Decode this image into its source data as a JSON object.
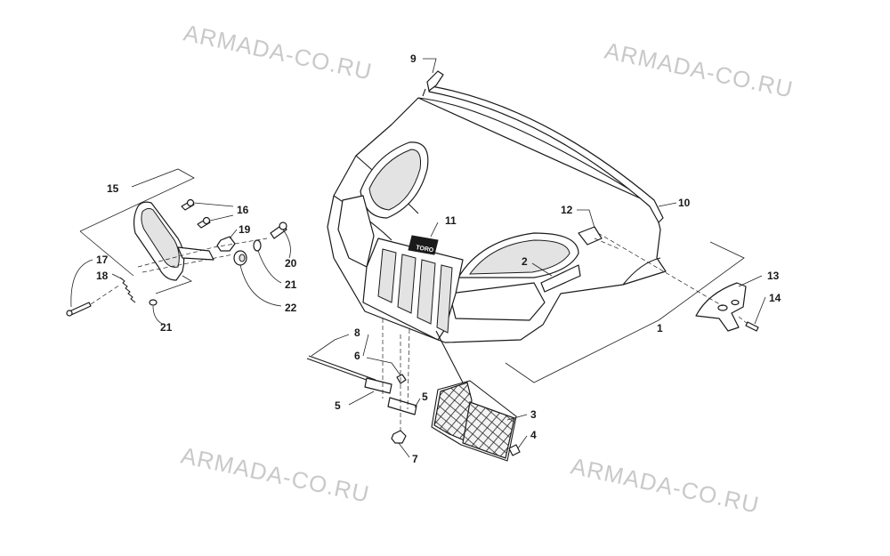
{
  "watermark": "ARMADA-CO.RU",
  "callouts": {
    "p1": "1",
    "p2": "2",
    "p3": "3",
    "p4": "4",
    "p5a": "5",
    "p5b": "5",
    "p6": "6",
    "p7": "7",
    "p8": "8",
    "p9": "9",
    "p10": "10",
    "p11": "11",
    "p12": "12",
    "p13": "13",
    "p14": "14",
    "p15": "15",
    "p16": "16",
    "p17": "17",
    "p18": "18",
    "p19": "19",
    "p20": "20",
    "p21a": "21",
    "p21b": "21",
    "p22": "22"
  },
  "decal_text": "TORO"
}
